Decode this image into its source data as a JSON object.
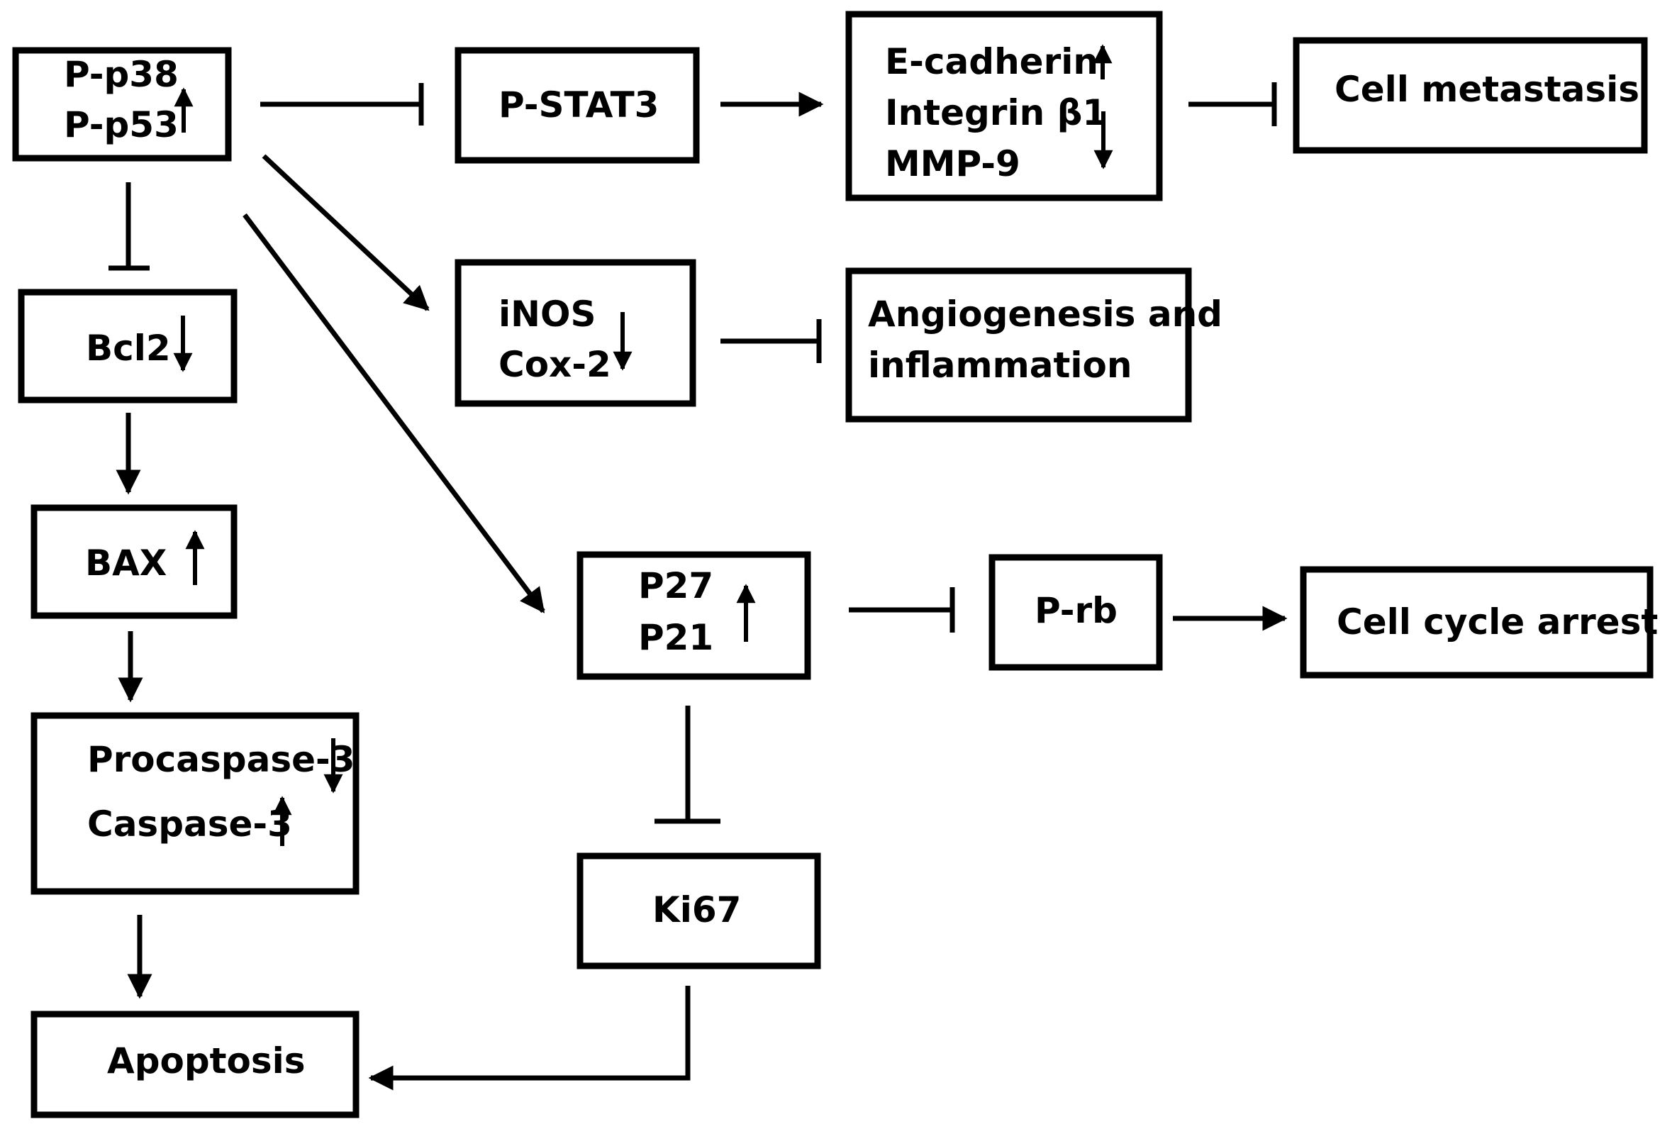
{
  "colors": {
    "stroke": "#000000",
    "background": "#ffffff"
  },
  "nodes": {
    "p38_p53": {
      "lines": [
        "P-p38",
        "P-p53"
      ],
      "indicator": "up"
    },
    "pstat3": {
      "lines": [
        "P-STAT3"
      ]
    },
    "ecadherin_group": {
      "lines": [
        "E-cadherin",
        "Integrin β1",
        "MMP-9"
      ],
      "indicators": [
        "up",
        "down"
      ]
    },
    "metastasis": {
      "lines": [
        "Cell metastasis"
      ]
    },
    "inos_cox2": {
      "lines": [
        "iNOS",
        "Cox-2"
      ],
      "indicator": "down"
    },
    "angiogenesis": {
      "lines": [
        "Angiogenesis and",
        "inflammation"
      ]
    },
    "bcl2": {
      "lines": [
        "Bcl2"
      ],
      "indicator": "down"
    },
    "bax": {
      "lines": [
        "BAX"
      ],
      "indicator": "up"
    },
    "caspase": {
      "lines": [
        "Procaspase-3",
        "Caspase-3"
      ],
      "indicators": [
        "down",
        "up"
      ]
    },
    "apoptosis": {
      "lines": [
        "Apoptosis"
      ]
    },
    "p27_p21": {
      "lines": [
        "P27",
        "P21"
      ],
      "indicator": "up"
    },
    "prb": {
      "lines": [
        "P-rb"
      ]
    },
    "cell_cycle": {
      "lines": [
        "Cell cycle arrest"
      ]
    },
    "ki67": {
      "lines": [
        "Ki67"
      ]
    }
  },
  "edges": [
    {
      "from": "p38_p53",
      "to": "pstat3",
      "type": "inhibit"
    },
    {
      "from": "pstat3",
      "to": "ecadherin_group",
      "type": "activate"
    },
    {
      "from": "ecadherin_group",
      "to": "metastasis",
      "type": "inhibit"
    },
    {
      "from": "p38_p53",
      "to": "inos_cox2",
      "type": "activate"
    },
    {
      "from": "inos_cox2",
      "to": "angiogenesis",
      "type": "inhibit"
    },
    {
      "from": "p38_p53",
      "to": "p27_p21",
      "type": "activate"
    },
    {
      "from": "p38_p53",
      "to": "bcl2",
      "type": "inhibit"
    },
    {
      "from": "bcl2",
      "to": "bax",
      "type": "activate"
    },
    {
      "from": "bax",
      "to": "caspase",
      "type": "activate"
    },
    {
      "from": "caspase",
      "to": "apoptosis",
      "type": "activate"
    },
    {
      "from": "p27_p21",
      "to": "prb",
      "type": "inhibit"
    },
    {
      "from": "prb",
      "to": "cell_cycle",
      "type": "activate"
    },
    {
      "from": "p27_p21",
      "to": "ki67",
      "type": "inhibit"
    },
    {
      "from": "ki67",
      "to": "apoptosis",
      "type": "activate"
    }
  ]
}
